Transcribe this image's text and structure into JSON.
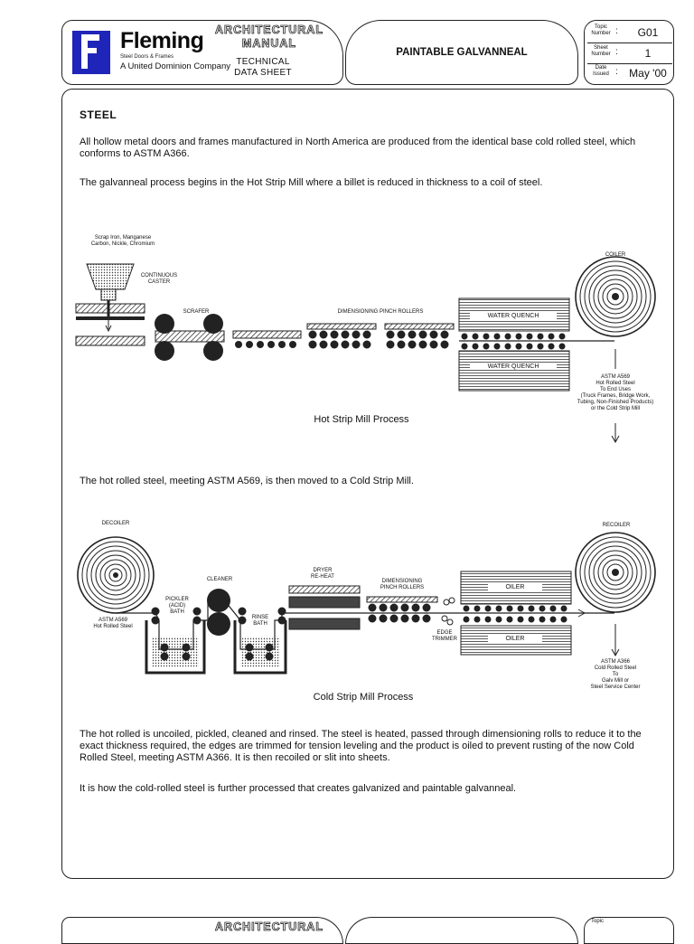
{
  "header": {
    "brand": "Fleming",
    "brand_sub": "Steel Doors & Frames",
    "brand_tagline": "A United Dominion Company",
    "arch_line1": "ARCHITECTURAL",
    "arch_line2": "MANUAL",
    "tech_line1": "TECHNICAL",
    "tech_line2": "DATA SHEET",
    "title": "PAINTABLE GALVANNEAL",
    "topic_label": "Topic Number",
    "topic_value": "G01",
    "sheet_label": "Sheet Number",
    "sheet_value": "1",
    "date_label": "Date Issued",
    "date_value": "May '00",
    "colon": ":"
  },
  "content": {
    "heading": "STEEL",
    "p1": "All hollow metal doors and frames manufactured in North America are produced from the identical base cold rolled steel, which conforms to ASTM A366.",
    "p2": "The galvanneal process begins in the Hot Strip Mill where a billet is reduced in thickness to a coil of steel.",
    "p3": "The hot rolled steel, meeting ASTM A569, is then moved to a Cold Strip Mill.",
    "p4": "The hot rolled is uncoiled, pickled, cleaned and rinsed.  The steel is heated, passed through dimensioning rolls to reduce it to the exact thickness required, the edges are trimmed for tension leveling and the product is oiled to prevent rusting of the now Cold Rolled Steel, meeting ASTM A366.  It is then recoiled or slit into sheets.",
    "p5": "It is how the cold-rolled steel is further processed that creates galvanized and paintable galvanneal."
  },
  "hot_mill": {
    "caption": "Hot Strip Mill Process",
    "scrap": "Scrap Iron, Manganese\nCarbon, Nickle, Chromium",
    "caster": "CONTINUOUS\nCASTER",
    "scrafer": "SCRAFER",
    "pinch": "DIMENSIONING PINCH ROLLERS",
    "quench_top": "WATER QUENCH",
    "quench_bottom": "WATER QUENCH",
    "coiler": "COILER",
    "astm": "ASTM A569\nHot Rolled Steel\nTo End Uses\n(Truck Frames, Bridge Work,\nTubing, Non-Finished Products)\nor the Cold Strip Mill"
  },
  "cold_mill": {
    "caption": "Cold Strip Mill Process",
    "decoiler": "DECOILER",
    "astm_in": "ASTM A569\nHot Rolled Steel",
    "pickler": "PICKLER\n(ACID)\nBATH",
    "cleaner": "CLEANER",
    "rinse": "RINSE\nBATH",
    "dryer": "DRYER\nRE-HEAT",
    "pinch": "DIMENSIONING\nPINCH ROLLERS",
    "edge": "EDGE\nTRIMMER",
    "oiler_top": "OILER",
    "oiler_bottom": "OILER",
    "recoiler": "RECOILER",
    "astm_out": "ASTM A366\nCold Rolled Steel\nTo\nGalv Mill or\nSteel Service Center"
  },
  "footer": {
    "arch": "ARCHITECTURAL",
    "topic": "Topic"
  }
}
